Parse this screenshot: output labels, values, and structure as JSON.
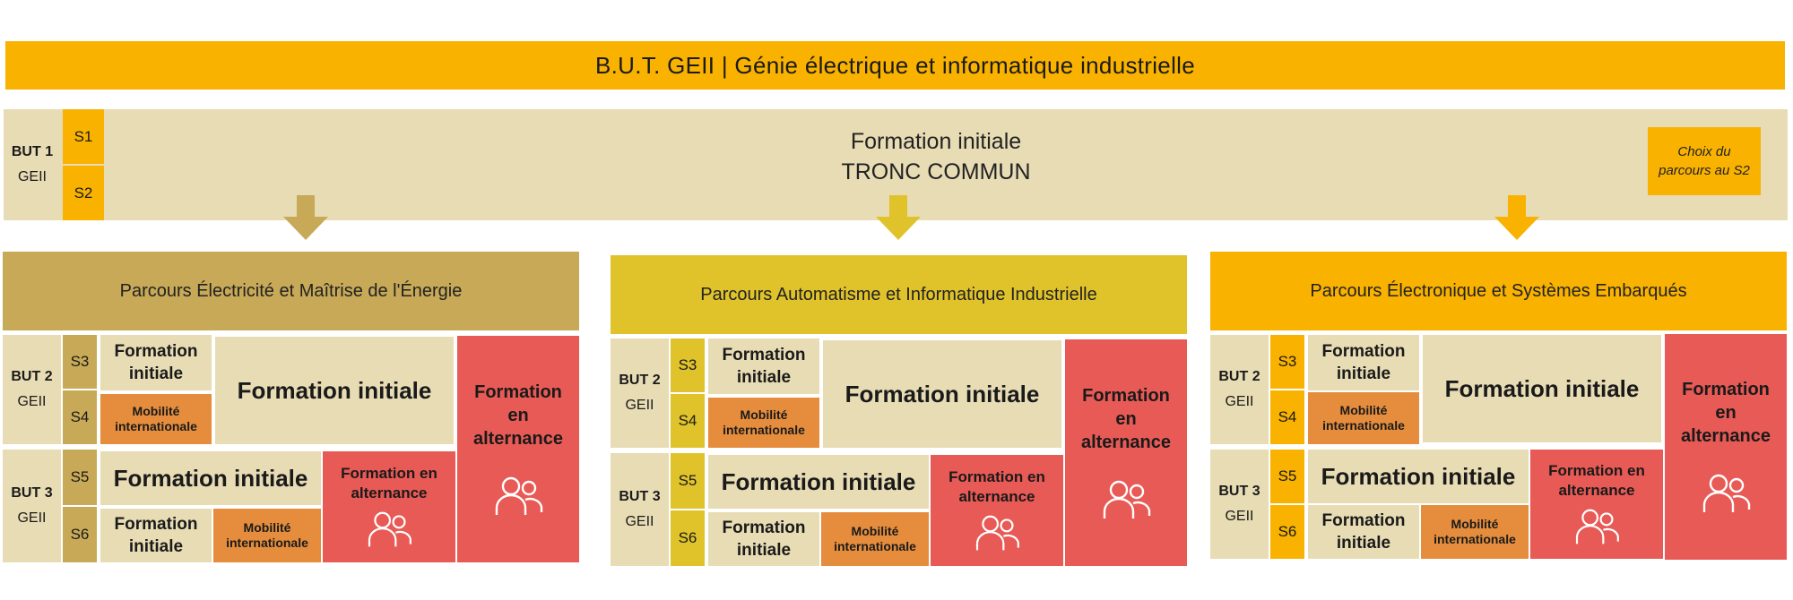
{
  "header": {
    "title": "B.U.T. GEII | Génie électrique et informatique industrielle"
  },
  "tronc": {
    "year_label_line1": "BUT 1",
    "year_label_line2": "GEII",
    "semesters": [
      "S1",
      "S2"
    ],
    "title_line1": "Formation initiale",
    "title_line2": "TRONC COMMUN",
    "choice_note": "Choix du parcours au S2"
  },
  "colors": {
    "banner": "#f9b200",
    "tronc_background": "#e8dcb4",
    "parcours_1": "#c7a957",
    "parcours_2": "#e0c32a",
    "parcours_3": "#f9b200",
    "mobility": "#e58d3d",
    "alternance": "#e85a55",
    "initial": "#e8dcb4"
  },
  "parcours": [
    {
      "title": "Parcours Électricité  et Maîtrise de l'Énergie",
      "but2_label_line1": "BUT 2",
      "but2_label_line2": "GEII",
      "but3_label_line1": "BUT 3",
      "but3_label_line2": "GEII",
      "semesters": [
        "S3",
        "S4",
        "S5",
        "S6"
      ],
      "fi_small": "Formation initiale",
      "mobilite": "Mobilité internationale",
      "fi_big": "Formation initiale",
      "alternance_tall": "Formation en alternance",
      "fi_mid": "Formation initiale",
      "fi_small_2": "Formation initiale",
      "mobilite_2": "Mobilité internationale",
      "alternance_small": "Formation en alternance"
    },
    {
      "title": "Parcours Automatisme et Informatique Industrielle",
      "but2_label_line1": "BUT 2",
      "but2_label_line2": "GEII",
      "but3_label_line1": "BUT 3",
      "but3_label_line2": "GEII",
      "semesters": [
        "S3",
        "S4",
        "S5",
        "S6"
      ],
      "fi_small": "Formation initiale",
      "mobilite": "Mobilité internationale",
      "fi_big": "Formation initiale",
      "alternance_tall": "Formation en alternance",
      "fi_mid": "Formation initiale",
      "fi_small_2": "Formation initiale",
      "mobilite_2": "Mobilité internationale",
      "alternance_small": "Formation en alternance"
    },
    {
      "title": "Parcours Électronique et Systèmes Embarqués",
      "but2_label_line1": "BUT 2",
      "but2_label_line2": "GEII",
      "but3_label_line1": "BUT 3",
      "but3_label_line2": "GEII",
      "semesters": [
        "S3",
        "S4",
        "S5",
        "S6"
      ],
      "fi_small": "Formation initiale",
      "mobilite": "Mobilité internationale",
      "fi_big": "Formation initiale",
      "alternance_tall": "Formation en alternance",
      "fi_mid": "Formation initiale",
      "fi_small_2": "Formation initiale",
      "mobilite_2": "Mobilité internationale",
      "alternance_small": "Formation en alternance"
    }
  ]
}
